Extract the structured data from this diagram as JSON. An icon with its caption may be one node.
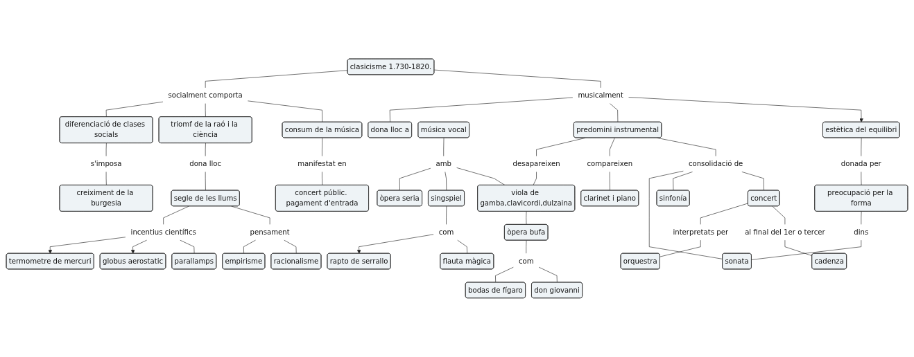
{
  "diagram": {
    "nodes": [
      {
        "text": [
          "clasicisme 1.730-1820."
        ]
      },
      {
        "text": [
          "socialment comporta"
        ]
      },
      {
        "text": [
          "musicalment"
        ]
      },
      {
        "text": [
          "dona lloc a"
        ]
      },
      {
        "text": [
          "diferenciació de clases socials"
        ]
      },
      {
        "text": [
          "triomf de la raó i la ciència"
        ]
      },
      {
        "text": [
          "consum de la música"
        ]
      },
      {
        "text": [
          "música vocal"
        ]
      },
      {
        "text": [
          "predomini instrumental"
        ]
      },
      {
        "text": [
          "estètica del equilibri"
        ]
      },
      {
        "text": [
          "s'imposa"
        ]
      },
      {
        "text": [
          "dona lloc"
        ]
      },
      {
        "text": [
          "manifestat en"
        ]
      },
      {
        "text": [
          "amb"
        ]
      },
      {
        "text": [
          "desapareixen"
        ]
      },
      {
        "text": [
          "compareixen"
        ]
      },
      {
        "text": [
          "consolidació de"
        ]
      },
      {
        "text": [
          "donada per"
        ]
      },
      {
        "text": [
          "clarinet i piano"
        ]
      },
      {
        "text": [
          "creiximent de la burgesia"
        ]
      },
      {
        "text": [
          "segle de les llums"
        ]
      },
      {
        "text": [
          "concert públic. pagament d'entrada"
        ]
      },
      {
        "text": [
          "preocupació per la forma"
        ]
      },
      {
        "text": [
          "viola de gamba,clavicordi,dulzaina"
        ]
      },
      {
        "text": [
          "dins"
        ]
      },
      {
        "text": [
          "termometre de mercuri"
        ]
      },
      {
        "text": [
          "incentius científics"
        ]
      },
      {
        "text": [
          "pensament"
        ]
      },
      {
        "text": [
          "òpera seria"
        ]
      },
      {
        "text": [
          "globus aerostatic"
        ]
      },
      {
        "text": [
          "singspiel"
        ]
      },
      {
        "text": [
          "òpera bufa"
        ]
      },
      {
        "text": [
          "sonata"
        ]
      },
      {
        "text": [
          "sinfonía"
        ]
      },
      {
        "text": [
          "concert"
        ]
      },
      {
        "text": [
          "interpretats per"
        ]
      },
      {
        "text": [
          "al final del 1er o tercer"
        ]
      },
      {
        "text": [
          "com"
        ]
      },
      {
        "text": [
          "com"
        ]
      },
      {
        "text": [
          "parallamps"
        ]
      },
      {
        "text": [
          "empirisme"
        ]
      },
      {
        "text": [
          "racionalisme"
        ]
      },
      {
        "text": [
          "rapto de serrallo"
        ]
      },
      {
        "text": [
          "flauta màgica"
        ]
      },
      {
        "text": [
          "bodas de fígaro"
        ]
      },
      {
        "text": [
          "don giovanni"
        ]
      },
      {
        "text": [
          "orquestra"
        ]
      },
      {
        "text": [
          "cadenza"
        ]
      }
    ],
    "edges": [
      {
        "from": 0,
        "to": 1,
        "arrow": "none"
      },
      {
        "from": 1,
        "to": 4,
        "arrow": "none"
      },
      {
        "from": 1,
        "to": 5,
        "arrow": "none"
      },
      {
        "from": 1,
        "to": 6,
        "arrow": "none"
      },
      {
        "from": 0,
        "to": 2,
        "arrow": "none"
      },
      {
        "from": 2,
        "to": 3,
        "arrow": "none"
      },
      {
        "from": 2,
        "to": 8,
        "arrow": "none"
      },
      {
        "from": 2,
        "to": 9,
        "arrow": "to"
      },
      {
        "from": 4,
        "to": 10,
        "arrow": "none"
      },
      {
        "from": 10,
        "to": 19,
        "arrow": "none"
      },
      {
        "from": 5,
        "to": 11,
        "arrow": "none"
      },
      {
        "from": 11,
        "to": 20,
        "arrow": "none"
      },
      {
        "from": 6,
        "to": 12,
        "arrow": "none"
      },
      {
        "from": 12,
        "to": 21,
        "arrow": "none"
      },
      {
        "from": 7,
        "to": 13,
        "arrow": "none"
      },
      {
        "from": 13,
        "to": 28,
        "arrow": "none"
      },
      {
        "from": 13,
        "to": 30,
        "arrow": "none"
      },
      {
        "from": 13,
        "to": 23,
        "arrow": "none"
      },
      {
        "from": 8,
        "to": 14,
        "arrow": "none"
      },
      {
        "from": 14,
        "to": 23,
        "arrow": "none"
      },
      {
        "from": 8,
        "to": 15,
        "arrow": "none"
      },
      {
        "from": 15,
        "to": 18,
        "arrow": "none"
      },
      {
        "from": 8,
        "to": 16,
        "arrow": "none"
      },
      {
        "from": 16,
        "to": 32,
        "arrow": "none"
      },
      {
        "from": 16,
        "to": 33,
        "arrow": "none"
      },
      {
        "from": 16,
        "to": 34,
        "arrow": "none"
      },
      {
        "from": 9,
        "to": 17,
        "arrow": "none"
      },
      {
        "from": 17,
        "to": 22,
        "arrow": "none"
      },
      {
        "from": 22,
        "to": 24,
        "arrow": "none"
      },
      {
        "from": 24,
        "to": 32,
        "arrow": "none"
      },
      {
        "from": 20,
        "to": 26,
        "arrow": "none"
      },
      {
        "from": 26,
        "to": 25,
        "arrow": "to"
      },
      {
        "from": 26,
        "to": 29,
        "arrow": "to"
      },
      {
        "from": 26,
        "to": 39,
        "arrow": "none"
      },
      {
        "from": 20,
        "to": 27,
        "arrow": "none"
      },
      {
        "from": 27,
        "to": 40,
        "arrow": "none"
      },
      {
        "from": 27,
        "to": 41,
        "arrow": "none"
      },
      {
        "from": 23,
        "to": 31,
        "arrow": "none"
      },
      {
        "from": 30,
        "to": 37,
        "arrow": "none"
      },
      {
        "from": 37,
        "to": 42,
        "arrow": "to"
      },
      {
        "from": 37,
        "to": 43,
        "arrow": "none"
      },
      {
        "from": 31,
        "to": 38,
        "arrow": "none"
      },
      {
        "from": 38,
        "to": 44,
        "arrow": "none"
      },
      {
        "from": 38,
        "to": 45,
        "arrow": "none"
      },
      {
        "from": 34,
        "to": 35,
        "arrow": "none"
      },
      {
        "from": 35,
        "to": 46,
        "arrow": "none"
      },
      {
        "from": 34,
        "to": 36,
        "arrow": "none"
      },
      {
        "from": 36,
        "to": 47,
        "arrow": "none"
      }
    ]
  }
}
